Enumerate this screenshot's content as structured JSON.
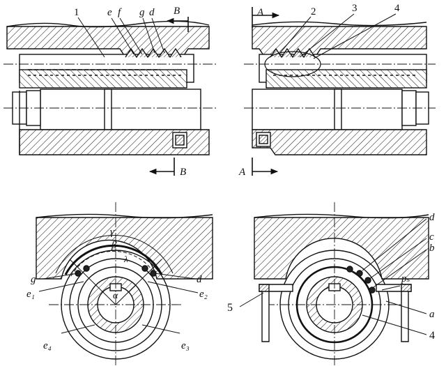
{
  "figure": {
    "top_left": {
      "callouts": [
        "1",
        "e",
        "f",
        "g",
        "d"
      ],
      "section_mark_top": "B",
      "section_mark_bottom": "B"
    },
    "top_right": {
      "callouts": [
        "2",
        "3",
        "4"
      ],
      "section_mark_top": "A",
      "section_mark_bottom": "A"
    },
    "bottom_left": {
      "greek_outer": "γ",
      "greek_mid": "β",
      "greek_inner": "λ",
      "greek_center": "α",
      "labels": {
        "g": "g",
        "d": "d",
        "e1": "e₁",
        "e2": "e₂",
        "e3": "e₃",
        "e4": "e₄"
      }
    },
    "bottom_right": {
      "labels": {
        "d": "d",
        "c": "c",
        "b": "b",
        "p": "pₛ",
        "a": "a",
        "n5": "5",
        "n4": "4"
      }
    }
  }
}
